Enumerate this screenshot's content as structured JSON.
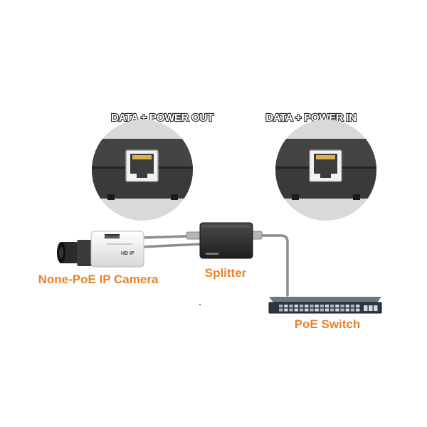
{
  "labels": {
    "port_out": "DATA + POWER OUT",
    "port_in": "DATA + POWER IN",
    "camera": "None-PoE IP Camera",
    "splitter": "Splitter",
    "switch": "PoE Switch"
  },
  "camera_text": {
    "brand": "PROVISION",
    "model": "HD IP"
  },
  "colors": {
    "label_orange": "#e8822a",
    "device_dark": "#2b2b2b",
    "circle_bg": "#d9d9d9",
    "cable": "#8a8a8a"
  }
}
